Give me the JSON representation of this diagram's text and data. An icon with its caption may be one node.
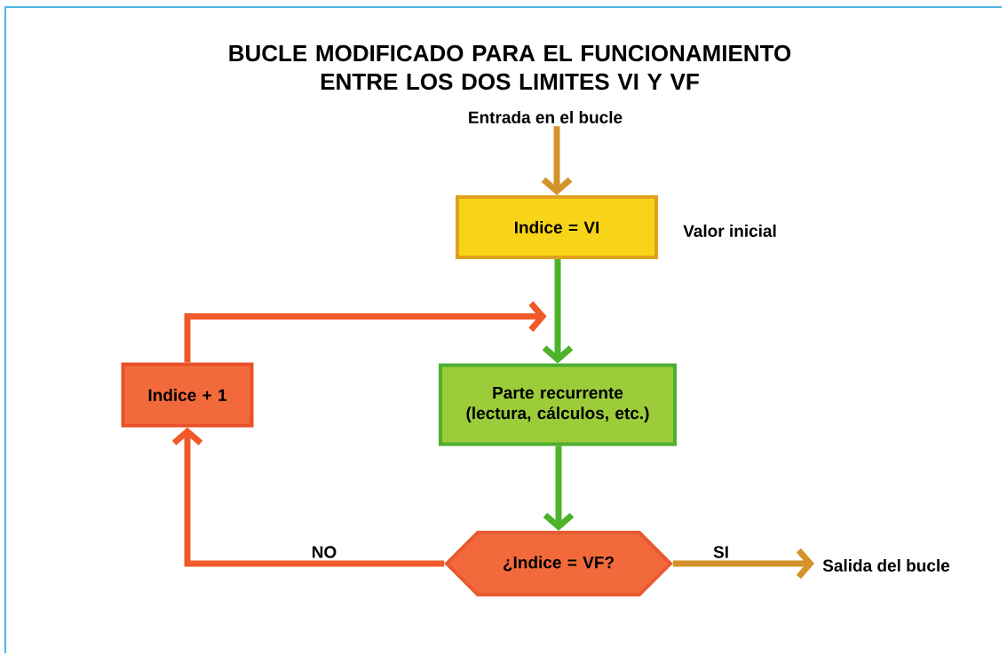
{
  "diagram": {
    "title": "BUCLE MODIFICADO PARA EL FUNCIONAMIENTO ENTRE LOS DOS LIMITES VI Y VF",
    "nodes": [
      {
        "text": [
          "Entrada en el bucle"
        ]
      },
      {
        "text": [
          "Indice = VI"
        ],
        "beside": [
          "Valor inicial"
        ]
      },
      {
        "text": [
          "Parte recurrente (lectura, cálculos, etc.)"
        ]
      },
      {
        "text": [
          "¿Indice = VF?"
        ]
      },
      {
        "text": [
          "Indice + 1"
        ]
      },
      {
        "text": [
          "Salida del bucle"
        ]
      }
    ],
    "edges": [
      {
        "from": 0,
        "to": 1,
        "arrow": "to",
        "color": "#d4922a"
      },
      {
        "from": 1,
        "to": 2,
        "arrow": "to",
        "color": "#4cb32a"
      },
      {
        "from": 2,
        "to": 3,
        "arrow": "to",
        "color": "#4cb32a"
      },
      {
        "from": 3,
        "to": 4,
        "label": "NO",
        "arrow": "to",
        "color": "#f05a28"
      },
      {
        "from": 4,
        "to": 2,
        "arrow": "to",
        "color": "#f05a28"
      },
      {
        "from": 3,
        "to": 5,
        "label": "SI",
        "arrow": "to",
        "color": "#d4922a"
      }
    ]
  }
}
